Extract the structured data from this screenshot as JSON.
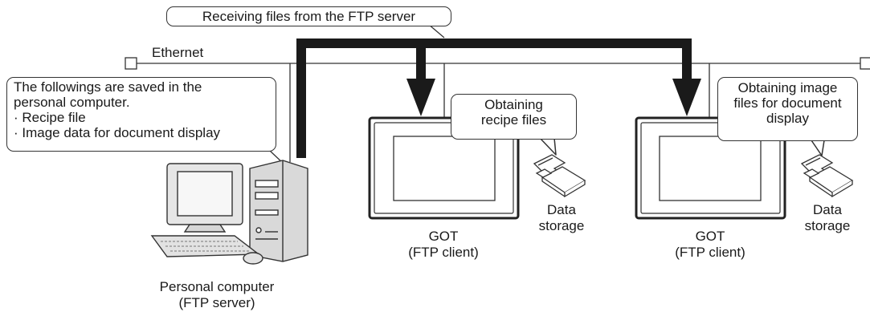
{
  "top_label": "Receiving files from the FTP server",
  "network_label": "Ethernet",
  "pc_note": {
    "line1": "The followings are saved in the",
    "line2": "personal computer.",
    "item1": "· Recipe file",
    "item2": "· Image data for document display"
  },
  "pc_label": {
    "line1": "Personal computer",
    "line2": "(FTP server)"
  },
  "got1": {
    "label_line1": "GOT",
    "label_line2": "(FTP client)",
    "callout_line1": "Obtaining",
    "callout_line2": "recipe files",
    "storage_line1": "Data",
    "storage_line2": "storage"
  },
  "got2": {
    "label_line1": "GOT",
    "label_line2": "(FTP client)",
    "callout_line1": "Obtaining image",
    "callout_line2": "files for document",
    "callout_line3": "display",
    "storage_line1": "Data",
    "storage_line2": "storage"
  }
}
